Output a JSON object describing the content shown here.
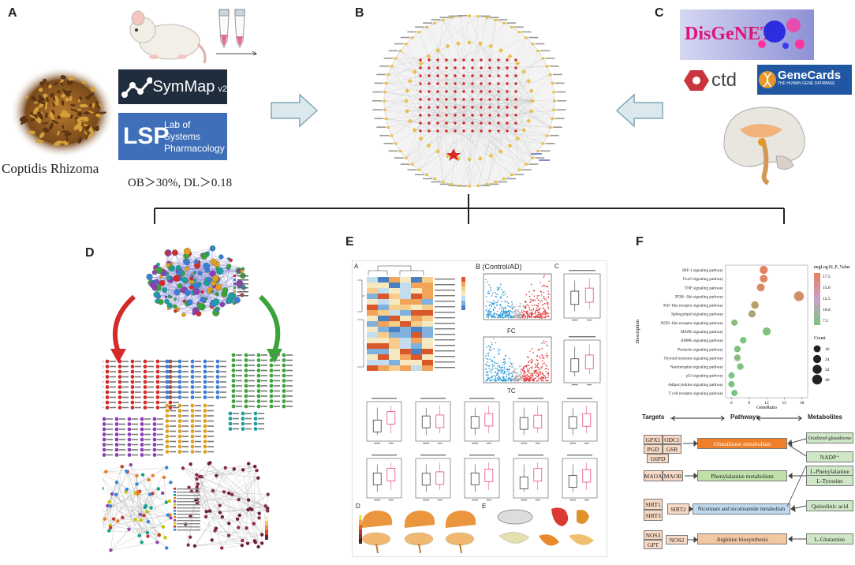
{
  "panels": {
    "a": {
      "letter": "A",
      "species": "Coptidis Rhizoma",
      "criteria": "OB＞30%, DL＞0.18",
      "symmap_text": "SymMap",
      "symmap_version": "v2",
      "lsp_logo": "LSP",
      "lsp_line1": "Lab of Systems",
      "lsp_line2": "Pharmacology"
    },
    "b": {
      "letter": "B"
    },
    "c": {
      "letter": "C",
      "disgenet": "DisGeNET",
      "ctd": "ctd",
      "genecards": "GeneCards",
      "genecards_sub": "THE HUMAN GENE DATABASE"
    },
    "d": {
      "letter": "D"
    },
    "e": {
      "letter": "E",
      "sub_b_title": "B (Control/AD)",
      "sub_fc": "FC",
      "sub_tc": "TC",
      "sub_a": "A",
      "sub_c": "C",
      "sub_d": "D",
      "sub_e": "E"
    },
    "f": {
      "letter": "F",
      "pathways": [
        "HIF-1 signaling pathway",
        "FoxO signaling pathway",
        "TNF signaling pathway",
        "PI3K−Akt signaling pathway",
        "Toll−like receptor signaling pathway",
        "Sphingolipid signaling pathway",
        "NOD−like receptor signaling pathway",
        "MAPK signaling pathway",
        "AMPK signaling pathway",
        "Prolactin signaling pathway",
        "Thyroid hormone signaling pathway",
        "Neurotrophin signaling pathway",
        "p53 signaling pathway",
        "Adipocytokine signaling pathway",
        "T cell receptor signaling pathway"
      ],
      "y_label": "Description",
      "x_label": "GeneRatio",
      "x_ticks": [
        "6",
        "9",
        "12",
        "15",
        "18"
      ],
      "legend_color_title": "negLog10_P_Value",
      "legend_color_ticks": [
        "17.5",
        "15.0",
        "12.5",
        "10.0",
        "7.5"
      ],
      "legend_size_title": "Count",
      "legend_size_ticks": [
        "16",
        "24",
        "32",
        "40"
      ],
      "header_targets": "Targets",
      "header_pathways": "Pathways",
      "header_metabolites": "Metabolites",
      "rows": [
        {
          "targets": [
            "GPX1",
            "ODC1",
            "PGD",
            "GSR",
            "G6PD"
          ],
          "pathway": "Glutathione metabolism",
          "metabolites": [
            "Oxidized glutathione",
            "NADP⁺"
          ]
        },
        {
          "targets": [
            "MAOA",
            "MAOB"
          ],
          "pathway": "Phenylalanine metabolism",
          "metabolites": [
            "L-Phenylalanine",
            "L-Tyrosine"
          ]
        },
        {
          "targets": [
            "SIRT1",
            "SIRT2",
            "SIRT3"
          ],
          "pathway": "Nicotinate and nicotinamide metabolism",
          "metabolites": [
            "Quinolinic acid"
          ]
        },
        {
          "targets": [
            "NOS3",
            "NOS2",
            "GPT"
          ],
          "pathway": "Arginine biosynthesis",
          "metabolites": [
            "L-Glutamine"
          ]
        }
      ]
    }
  },
  "chart_data": {
    "type": "scatter",
    "categories": [
      "HIF-1 signaling pathway",
      "FoxO signaling pathway",
      "TNF signaling pathway",
      "PI3K−Akt signaling pathway",
      "Toll−like receptor signaling pathway",
      "Sphingolipid signaling pathway",
      "NOD−like receptor signaling pathway",
      "MAPK signaling pathway",
      "AMPK signaling pathway",
      "Prolactin signaling pathway",
      "Thyroid hormone signaling pathway",
      "Neurotrophin signaling pathway",
      "p53 signaling pathway",
      "Adipocytokine signaling pathway",
      "T cell receptor signaling pathway"
    ],
    "gene_ratio": [
      11.5,
      11.5,
      11,
      17.5,
      10,
      9.5,
      6.5,
      12,
      8,
      7,
      7,
      7.5,
      6,
      6,
      6.5
    ],
    "neglog10_p": [
      17,
      16.5,
      16,
      15.5,
      13,
      12,
      9,
      8,
      7.5,
      8,
      8.5,
      8,
      7.5,
      7.5,
      7.5
    ],
    "count": [
      24,
      22,
      22,
      40,
      20,
      18,
      12,
      24,
      14,
      14,
      14,
      14,
      12,
      12,
      12
    ],
    "xlim": [
      5,
      19
    ],
    "xlabel": "GeneRatio",
    "ylabel": "Description",
    "color_range": [
      7.5,
      17.5
    ]
  },
  "colors": {
    "arrow": "#dbe9ef",
    "arrow_stroke": "#7fa7b5",
    "bracket": "#222222",
    "net_red": "#d42a2a",
    "net_yellow": "#e8c04a",
    "cmap_low": "#7bc47f",
    "cmap_high": "#e88060"
  }
}
